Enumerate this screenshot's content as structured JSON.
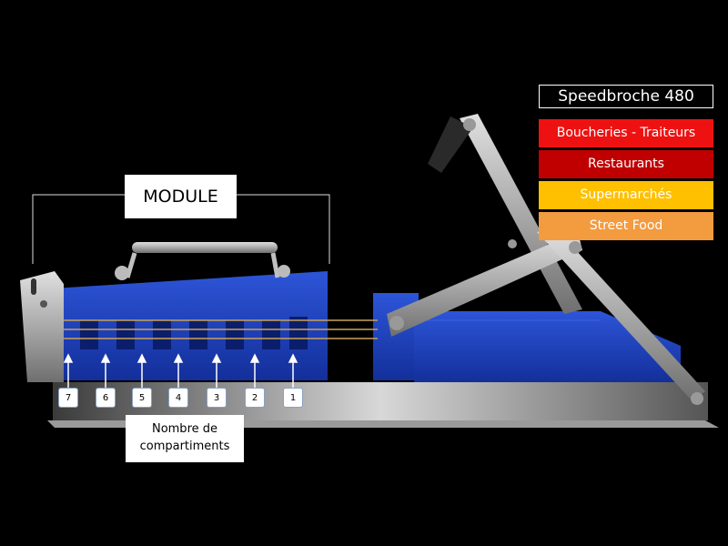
{
  "product": {
    "title": "Speedbroche 480"
  },
  "categories": [
    {
      "label": "Boucheries - Traiteurs",
      "color": "#ee1111"
    },
    {
      "label": "Restaurants",
      "color": "#c00000"
    },
    {
      "label": "Supermarchés",
      "color": "#ffc000"
    },
    {
      "label": "Street Food",
      "color": "#f39b3f"
    }
  ],
  "labels": {
    "module": "MODULE",
    "compartments": "Nombre de compartiments"
  },
  "compartment_numbers": [
    "7",
    "6",
    "5",
    "4",
    "3",
    "2",
    "1"
  ],
  "colors": {
    "machine_blue": "#1c3fbf",
    "steel": "#b8b8b8",
    "background": "#000000"
  }
}
